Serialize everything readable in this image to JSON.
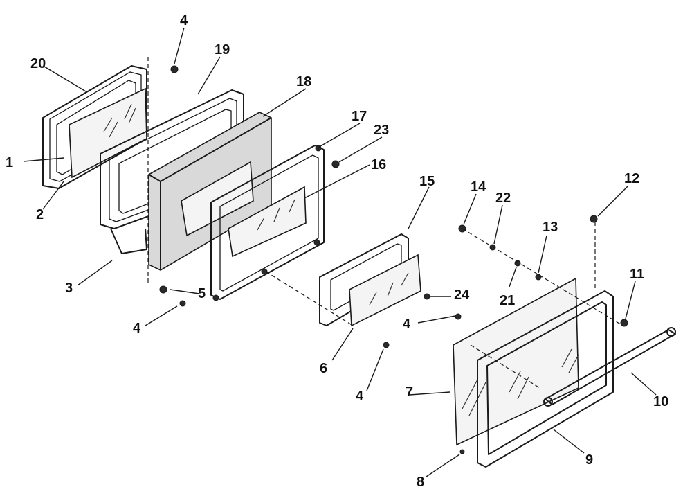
{
  "diagram": {
    "callouts": [
      {
        "id": "c1",
        "label": "1"
      },
      {
        "id": "c2",
        "label": "2"
      },
      {
        "id": "c3",
        "label": "3"
      },
      {
        "id": "c4a",
        "label": "4"
      },
      {
        "id": "c4b",
        "label": "4"
      },
      {
        "id": "c4c",
        "label": "4"
      },
      {
        "id": "c4d",
        "label": "4"
      },
      {
        "id": "c5",
        "label": "5"
      },
      {
        "id": "c6",
        "label": "6"
      },
      {
        "id": "c7",
        "label": "7"
      },
      {
        "id": "c8",
        "label": "8"
      },
      {
        "id": "c9",
        "label": "9"
      },
      {
        "id": "c10",
        "label": "10"
      },
      {
        "id": "c11",
        "label": "11"
      },
      {
        "id": "c12",
        "label": "12"
      },
      {
        "id": "c13",
        "label": "13"
      },
      {
        "id": "c14",
        "label": "14"
      },
      {
        "id": "c15",
        "label": "15"
      },
      {
        "id": "c16",
        "label": "16"
      },
      {
        "id": "c17",
        "label": "17"
      },
      {
        "id": "c18",
        "label": "18"
      },
      {
        "id": "c19",
        "label": "19"
      },
      {
        "id": "c20",
        "label": "20"
      },
      {
        "id": "c21",
        "label": "21"
      },
      {
        "id": "c22",
        "label": "22"
      },
      {
        "id": "c23",
        "label": "23"
      },
      {
        "id": "c24",
        "label": "24"
      }
    ]
  }
}
